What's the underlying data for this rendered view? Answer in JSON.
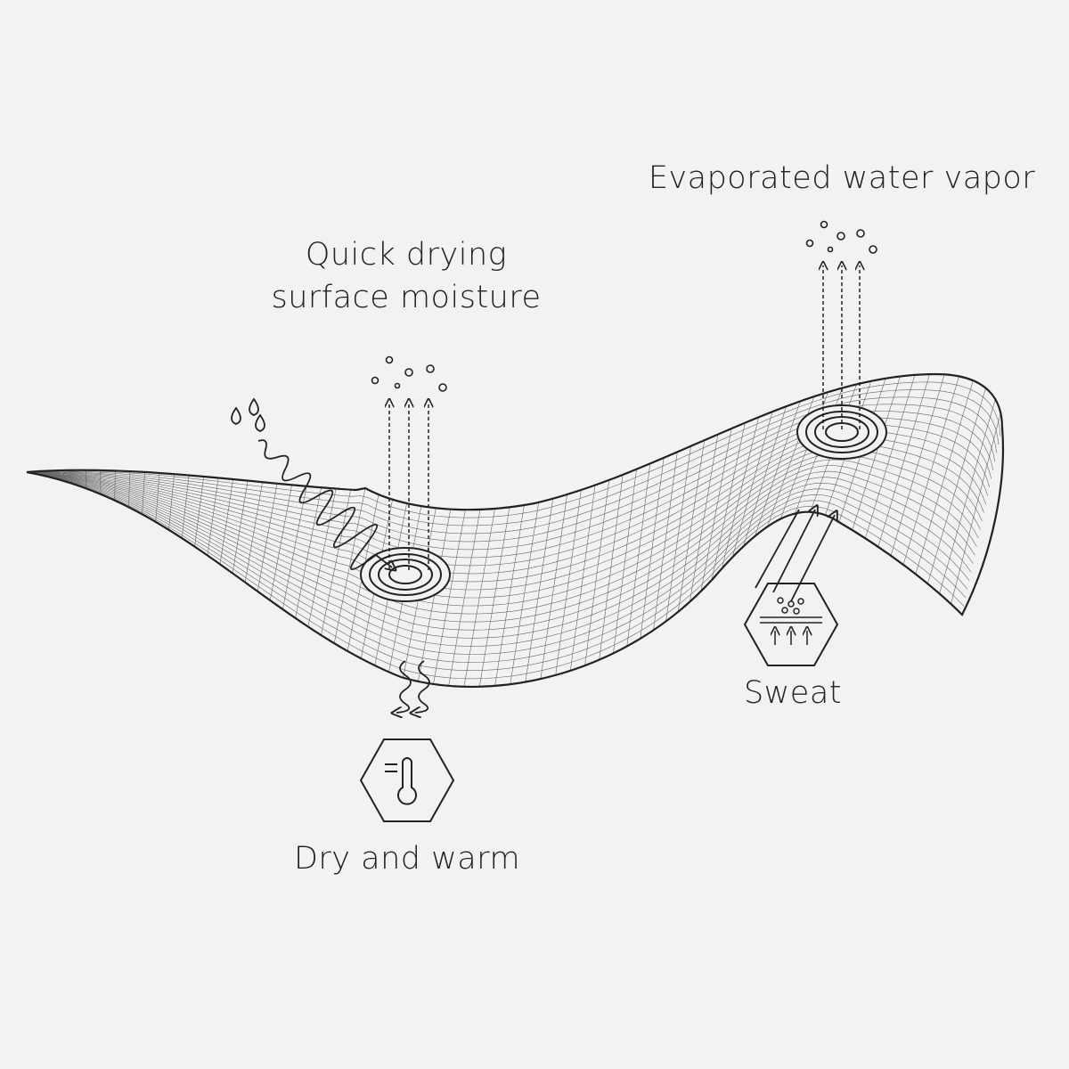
{
  "labels": {
    "evaporated": "Evaporated water vapor",
    "quick_line1": "Quick drying",
    "quick_line2": "surface moisture",
    "sweat": "Sweat",
    "dry_warm": "Dry and warm"
  },
  "colors": {
    "background": "#f2f2f2",
    "ink": "#222222",
    "mesh": "#555555"
  },
  "icons": [
    "rain-drops-icon",
    "thermometer-icon",
    "sweat-pores-icon",
    "vapor-bubbles-icon"
  ]
}
